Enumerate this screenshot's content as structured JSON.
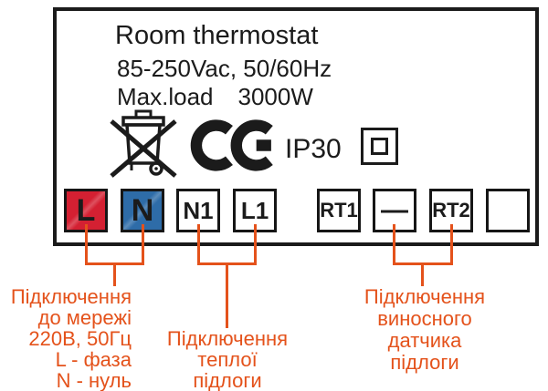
{
  "diagram": {
    "title": "Room thermostat",
    "voltage_spec": "85-250Vac, 50/60Hz",
    "max_load_label": "Max.load",
    "max_load_value": "3000W",
    "ip_rating": "IP30",
    "icon_names": {
      "weee": "weee-crossed-out-bin-icon",
      "ce": "ce-mark-icon",
      "class2": "class-ii-double-square-icon"
    },
    "terminals": [
      {
        "label": "L",
        "color": "#d42032"
      },
      {
        "label": "N",
        "color": "#2e6ca8"
      },
      {
        "label": "N1",
        "color": "#ffffff"
      },
      {
        "label": "L1",
        "color": "#ffffff"
      },
      {
        "label": "RT1",
        "color": "#ffffff"
      },
      {
        "label": "—",
        "color": "#ffffff"
      },
      {
        "label": "RT2",
        "color": "#ffffff"
      },
      {
        "label": "",
        "color": "#ffffff"
      }
    ]
  },
  "annotations": {
    "accent_color": "#e4521b",
    "mains_connection": {
      "lines": [
        "Підключення",
        "до мережі",
        "220В, 50Гц",
        "L - фаза",
        "N - нуль"
      ]
    },
    "warm_floor_connection": {
      "lines": [
        "Підключення",
        "теплої",
        "підлоги"
      ]
    },
    "remote_floor_sensor_connection": {
      "lines": [
        "Підключення",
        "виносного",
        "датчика",
        "підлоги"
      ]
    }
  }
}
